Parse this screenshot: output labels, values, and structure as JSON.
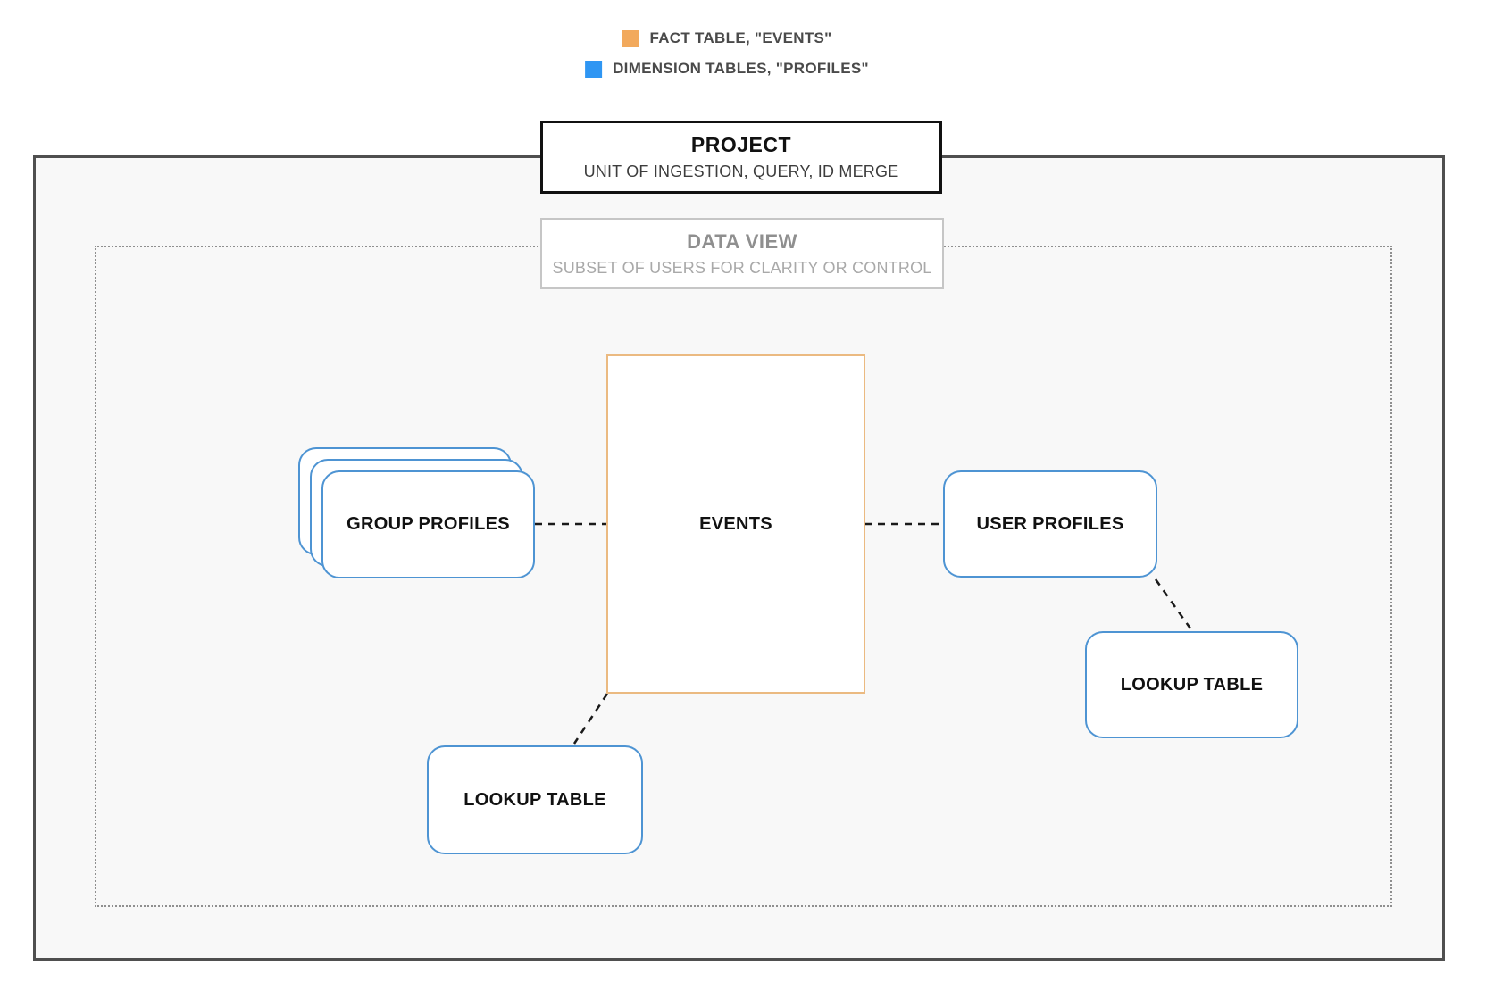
{
  "legend": {
    "items": [
      {
        "key": "fact",
        "label": "FACT TABLE, \"EVENTS\""
      },
      {
        "key": "dimension",
        "label": "DIMENSION TABLES, \"PROFILES\""
      }
    ]
  },
  "project": {
    "title": "PROJECT",
    "subtitle": "UNIT OF INGESTION, QUERY, ID MERGE"
  },
  "data_view": {
    "title": "DATA VIEW",
    "subtitle": "SUBSET OF USERS FOR CLARITY OR CONTROL"
  },
  "nodes": {
    "group_profiles": {
      "label": "GROUP PROFILES"
    },
    "events": {
      "label": "EVENTS"
    },
    "user_profiles": {
      "label": "USER PROFILES"
    },
    "lookup_table_bottom": {
      "label": "LOOKUP TABLE"
    },
    "lookup_table_right": {
      "label": "LOOKUP TABLE"
    }
  },
  "colors": {
    "fact_orange": "#f2a95c",
    "fact_border_orange": "#ebba81",
    "dimension_blue": "#2f96f3",
    "dimension_border_blue": "#4e94d3",
    "connector_black": "#1a1a1a"
  }
}
